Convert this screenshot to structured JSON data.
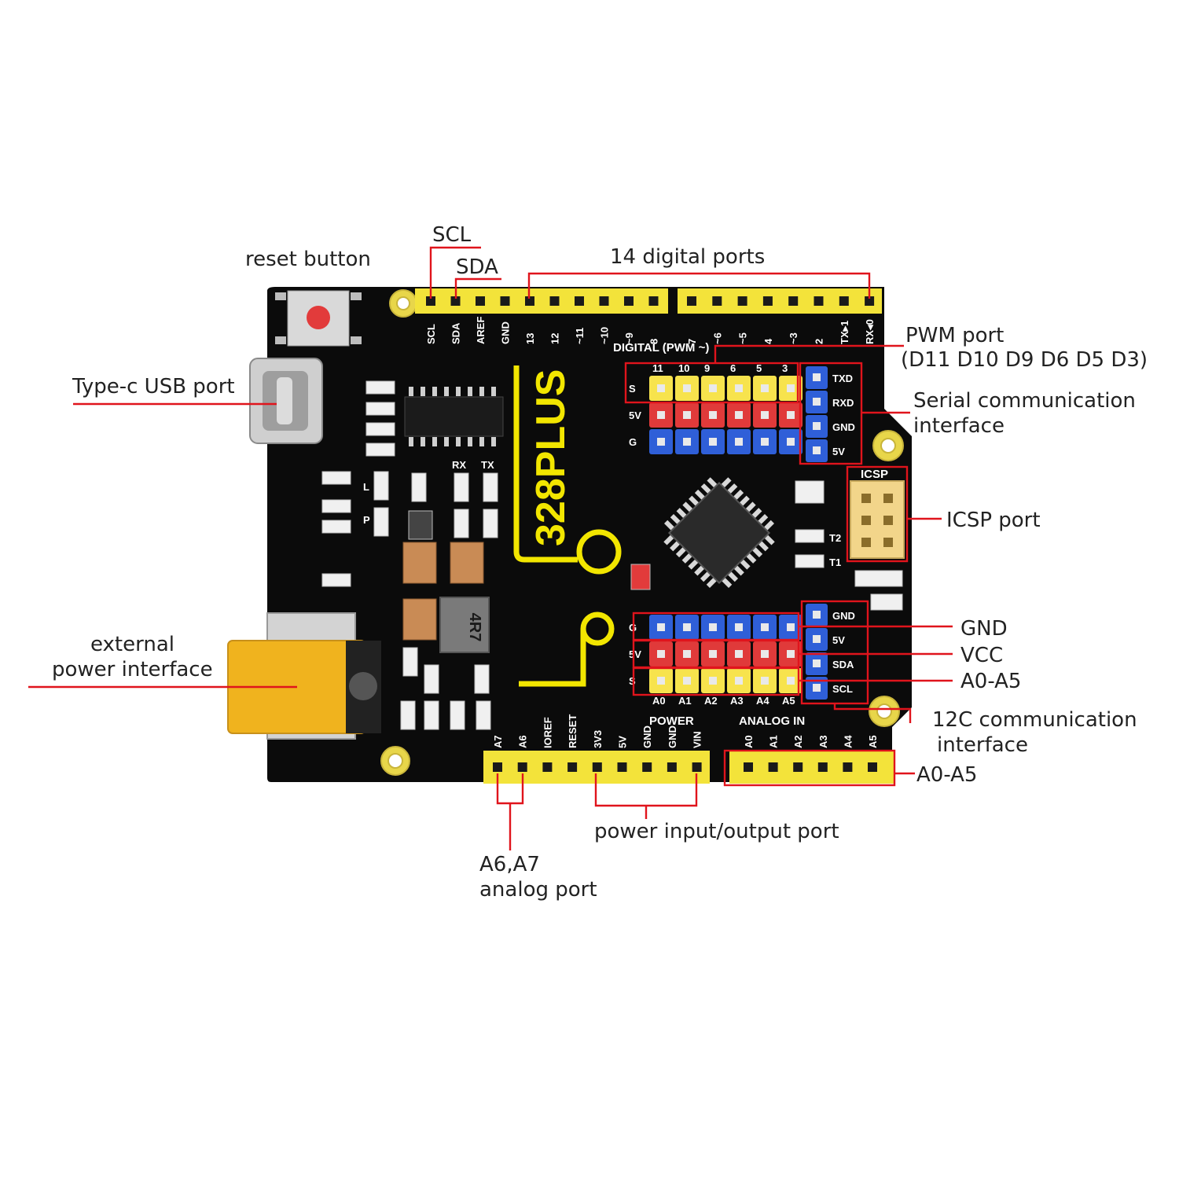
{
  "board": {
    "brand": "328PLUS",
    "silkscreen": {
      "top_header": [
        "SCL",
        "SDA",
        "AREF",
        "GND",
        "13",
        "12",
        "~11",
        "~10",
        "~9",
        "8",
        "7",
        "~6",
        "~5",
        "4",
        "~3",
        "2",
        "TX▸1",
        "RX◂0"
      ],
      "digital_label": "DIGITAL (PWM ~)",
      "pwm_numbers": [
        "11",
        "10",
        "9",
        "6",
        "5",
        "3"
      ],
      "row_labels_top": [
        "S",
        "5V",
        "G"
      ],
      "row_labels_bottom": [
        "G",
        "5V",
        "S"
      ],
      "analog_numbers": [
        "A0",
        "A1",
        "A2",
        "A3",
        "A4",
        "A5"
      ],
      "serial_labels": [
        "TXD",
        "RXD",
        "GND",
        "5V"
      ],
      "i2c_labels": [
        "GND",
        "5V",
        "SDA",
        "SCL"
      ],
      "icsp": "ICSP",
      "led_labels": [
        "L",
        "P",
        "RX",
        "TX",
        "T2",
        "T1"
      ],
      "power_header": [
        "A7",
        "A6",
        "IOREF",
        "RESET",
        "3V3",
        "5V",
        "GND",
        "GND",
        "VIN"
      ],
      "power_title": "POWER",
      "analog_title": "ANALOG IN",
      "analog_header": [
        "A0",
        "A1",
        "A2",
        "A3",
        "A4",
        "A5"
      ],
      "inductor": "4R7"
    },
    "colors": {
      "pcb": "#0b0b0b",
      "header": "#f3e33a",
      "pin_yellow": "#f7e34d",
      "pin_red": "#e03a3a",
      "pin_blue": "#2f5fd8",
      "callout_line": "#e0141c"
    }
  },
  "callouts": {
    "reset_button": "reset button",
    "scl": "SCL",
    "sda": "SDA",
    "digital_ports": "14 digital ports",
    "pwm_port_1": "PWM port",
    "pwm_port_2": "(D11 D10 D9 D6 D5 D3)",
    "serial_1": "Serial communication",
    "serial_2": "interface",
    "icsp_port": "ICSP port",
    "usb_port": "Type-c USB port",
    "ext_power_1": "external",
    "ext_power_2": "power interface",
    "gnd": "GND",
    "vcc": "VCC",
    "a0_a5_pins": "A0-A5",
    "i2c_1": "12C communication",
    "i2c_2": "interface",
    "a0_a5_header": "A0-A5",
    "power_io": "power input/output port",
    "a6a7_1": "A6,A7",
    "a6a7_2": "analog port"
  }
}
